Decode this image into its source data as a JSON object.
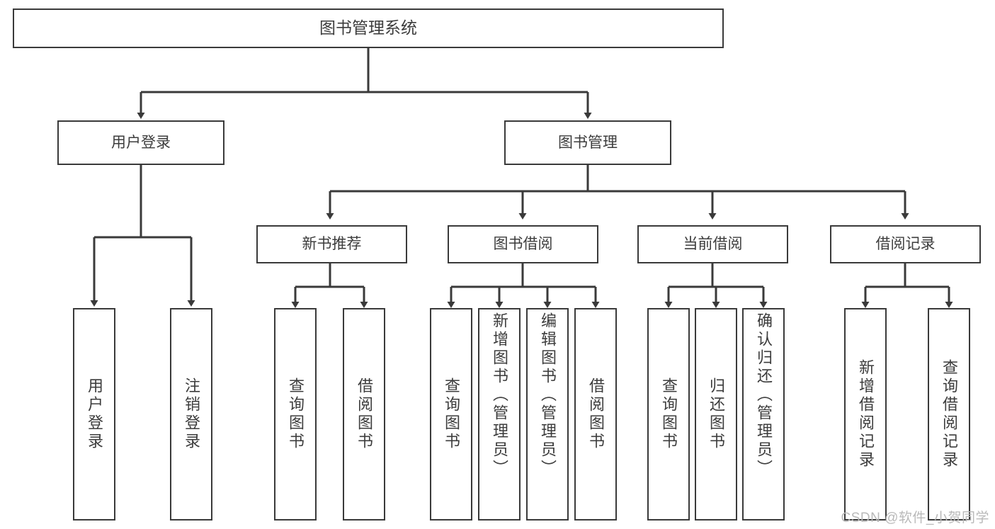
{
  "diagram": {
    "title": "图书管理系统",
    "type": "tree-hierarchy-chart",
    "watermark": "CSDN @软件_小贺同学",
    "colors": {
      "stroke": "#3a3a3a",
      "text": "#3c3c3c",
      "background": "#ffffff",
      "watermark": "#b9b9b9"
    }
  },
  "nodes": {
    "root": {
      "label": "图书管理系统"
    },
    "level1": [
      {
        "id": "user-login",
        "label": "用户登录"
      },
      {
        "id": "book-management",
        "label": "图书管理"
      }
    ],
    "level2": [
      {
        "id": "new-book-recommend",
        "label": "新书推荐"
      },
      {
        "id": "book-borrow",
        "label": "图书借阅"
      },
      {
        "id": "current-borrow",
        "label": "当前借阅"
      },
      {
        "id": "borrow-record",
        "label": "借阅记录"
      }
    ],
    "leaves": {
      "user_login": [
        {
          "id": "leaf-user-login",
          "label": "用户登录"
        },
        {
          "id": "leaf-logout-login",
          "label": "注销登录"
        }
      ],
      "new_book_recommend": [
        {
          "id": "leaf-query-book-1",
          "label": "查询图书"
        },
        {
          "id": "leaf-borrow-book-1",
          "label": "借阅图书"
        }
      ],
      "book_borrow": [
        {
          "id": "leaf-query-book-2",
          "label": "查询图书"
        },
        {
          "id": "leaf-add-book",
          "label": "新增图书（管理员）"
        },
        {
          "id": "leaf-edit-book",
          "label": "编辑图书（管理员）"
        },
        {
          "id": "leaf-borrow-book-2",
          "label": "借阅图书"
        }
      ],
      "current_borrow": [
        {
          "id": "leaf-query-book-3",
          "label": "查询图书"
        },
        {
          "id": "leaf-return-book",
          "label": "归还图书"
        },
        {
          "id": "leaf-confirm-return",
          "label": "确认归还（管理员）"
        }
      ],
      "borrow_record": [
        {
          "id": "leaf-add-record",
          "label": "新增借阅记录"
        },
        {
          "id": "leaf-query-record",
          "label": "查询借阅记录"
        }
      ]
    }
  }
}
